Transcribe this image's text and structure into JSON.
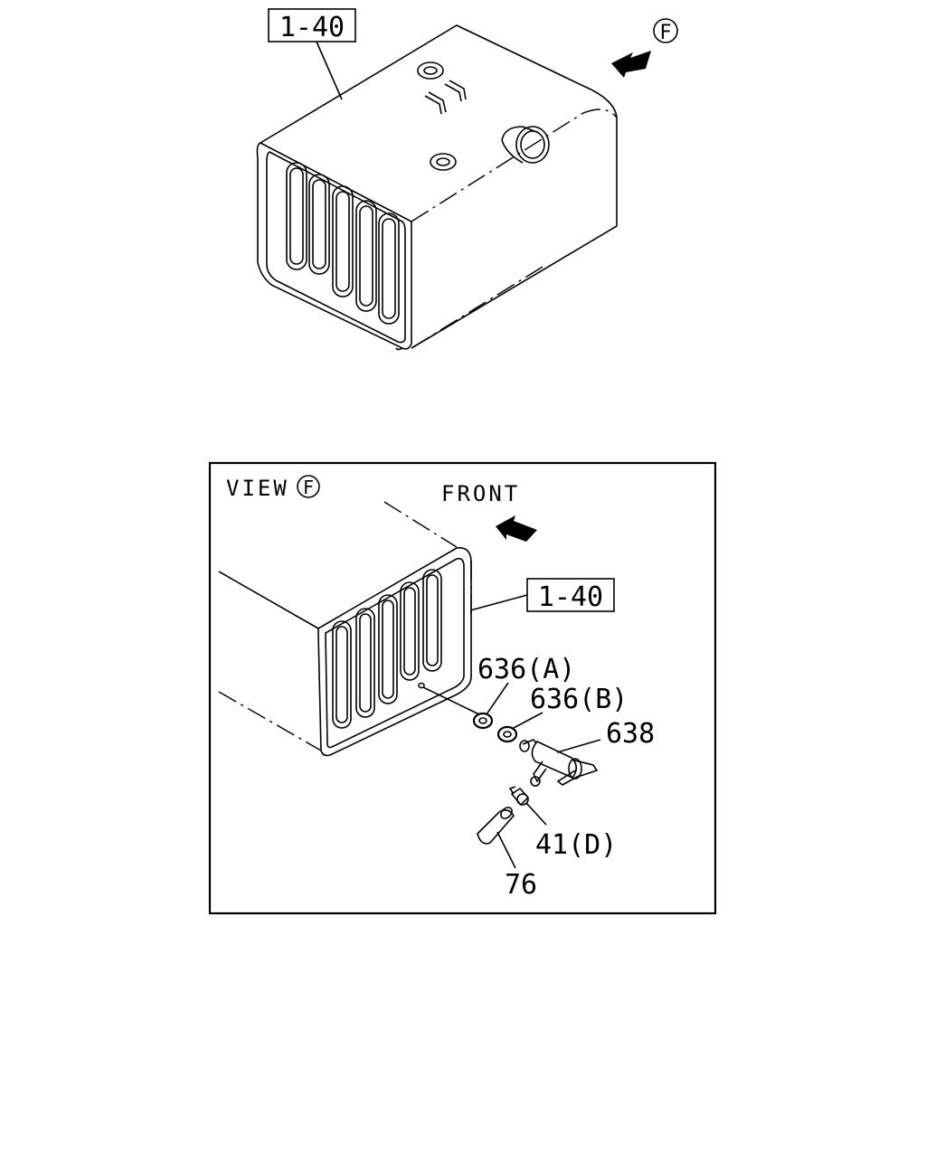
{
  "top_view": {
    "ref_label": "1-40",
    "view_marker": "F"
  },
  "detail_view": {
    "view_title": "VIEW",
    "view_marker": "F",
    "front_label": "FRONT",
    "ref_label": "1-40",
    "callouts": {
      "p636a": "636(A)",
      "p636b": "636(B)",
      "p638": "638",
      "p41d": "41(D)",
      "p76": "76"
    }
  }
}
